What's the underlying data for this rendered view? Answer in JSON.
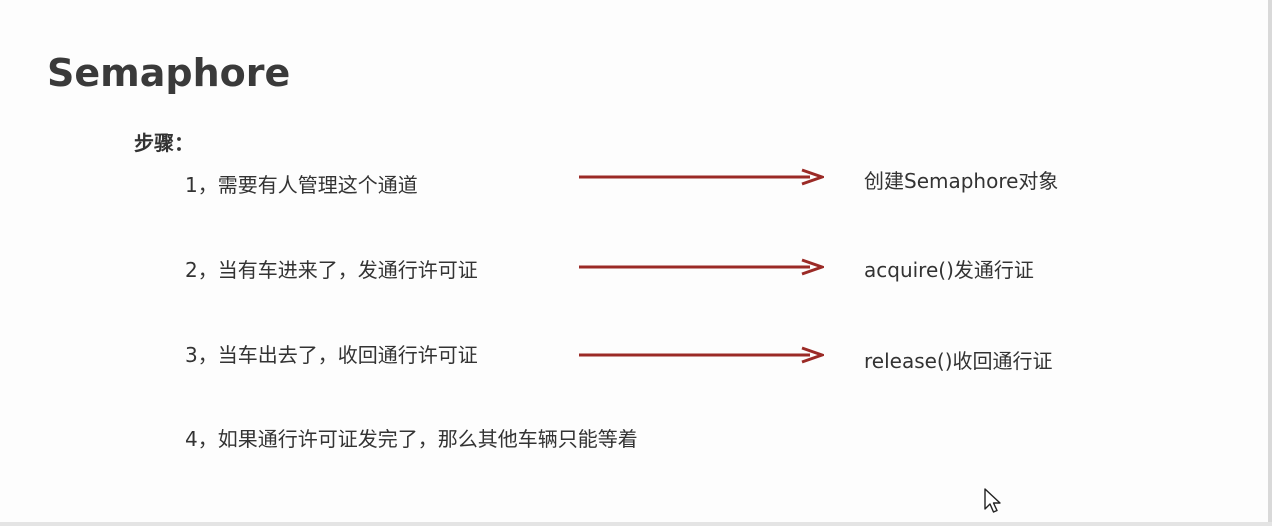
{
  "slide": {
    "title": "Semaphore",
    "steps_label": "步骤：",
    "steps": [
      {
        "text": "1，需要有人管理这个通道",
        "result": "创建Semaphore对象"
      },
      {
        "text": "2，当有车进来了，发通行许可证",
        "result": "acquire()发通行证"
      },
      {
        "text": "3，当车出去了，收回通行许可证",
        "result": "release()收回通行证"
      },
      {
        "text": "4，如果通行许可证发完了，那么其他车辆只能等着"
      }
    ]
  },
  "colors": {
    "arrow": "#9b2a26",
    "text": "#333333",
    "title": "#3a3a3a",
    "background": "#fdfdfd"
  },
  "icons": {
    "arrow": "right-arrow-icon",
    "cursor": "mouse-pointer-icon"
  }
}
